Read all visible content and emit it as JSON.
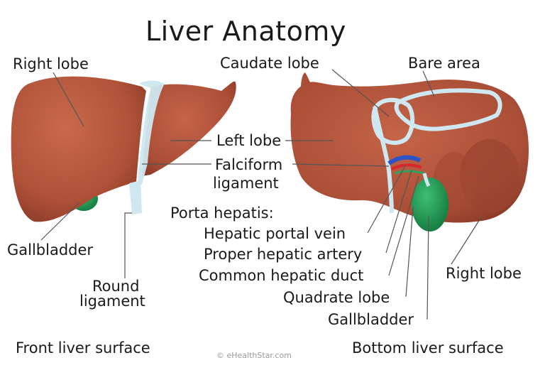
{
  "title": "Liver Anatomy",
  "front": {
    "right_lobe": "Right lobe",
    "gallbladder": "Gallbladder",
    "round_ligament_1": "Round",
    "round_ligament_2": "ligament",
    "caption": "Front liver surface"
  },
  "middle": {
    "left_lobe": "Left lobe",
    "falciform_1": "Falciform",
    "falciform_2": "ligament",
    "porta_hepatis": "Porta hepatis:",
    "hepatic_portal_vein": "Hepatic portal vein",
    "proper_hepatic_artery": "Proper hepatic artery",
    "common_hepatic_duct": "Common hepatic duct",
    "quadrate_lobe": "Quadrate lobe",
    "gallbladder": "Gallbladder"
  },
  "bottom": {
    "caudate_lobe": "Caudate lobe",
    "bare_area": "Bare area",
    "right_lobe": "Right lobe",
    "caption": "Bottom liver surface"
  },
  "credit": "© eHealthStar.com",
  "colors": {
    "liver": "#b5593f",
    "liver_shadow": "#8f3d2b",
    "ligament": "#cfe7f0",
    "gallbladder": "#1f9a53",
    "vein": "#2a54c8",
    "artery": "#d8282a",
    "leader": "#555555"
  }
}
